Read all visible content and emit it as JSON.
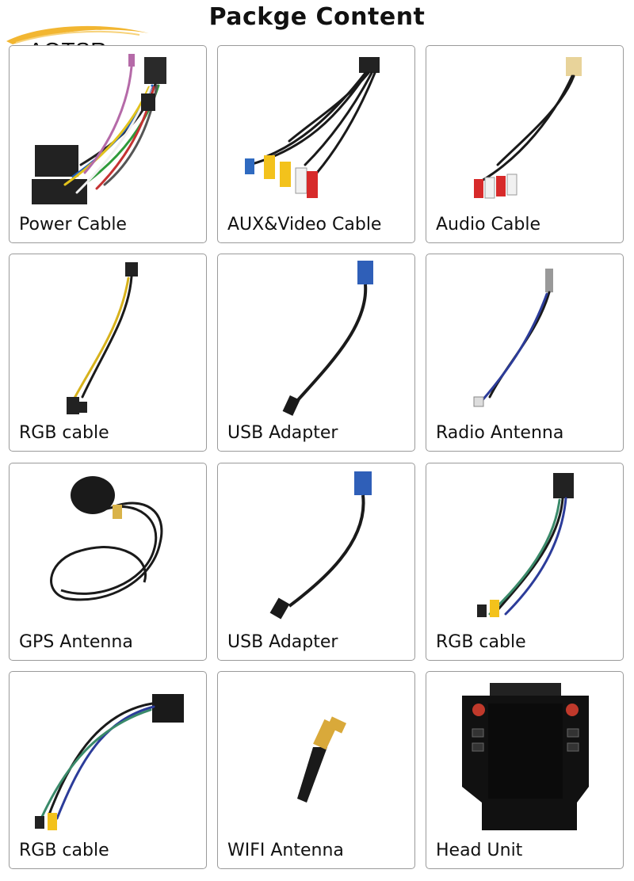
{
  "page": {
    "title": "Packge Content",
    "brand": "AOTSR"
  },
  "items": [
    {
      "label": "Power Cable",
      "icon": "power-cable-icon"
    },
    {
      "label": "AUX&Video Cable",
      "icon": "aux-video-cable-icon"
    },
    {
      "label": "Audio Cable",
      "icon": "audio-cable-icon"
    },
    {
      "label": "RGB cable",
      "icon": "rgb-cable-icon"
    },
    {
      "label": "USB Adapter",
      "icon": "usb-adapter-icon"
    },
    {
      "label": "Radio Antenna",
      "icon": "radio-antenna-icon"
    },
    {
      "label": "GPS Antenna",
      "icon": "gps-antenna-icon"
    },
    {
      "label": "USB Adapter",
      "icon": "usb-adapter-icon"
    },
    {
      "label": "RGB cable",
      "icon": "rgb-cable-icon"
    },
    {
      "label": "RGB cable",
      "icon": "rgb-cable-icon"
    },
    {
      "label": "WIFI Antenna",
      "icon": "wifi-antenna-icon"
    },
    {
      "label": "Head Unit",
      "icon": "head-unit-icon"
    }
  ],
  "colors": {
    "card_border": "#9a9a9a",
    "logo_swoosh": "#f2b631",
    "cable": "#1a1a1a",
    "rca_yellow": "#f3c21c",
    "rca_red": "#d72a2a",
    "rca_white": "#f1f1f1",
    "usb_blue": "#2f5fb8"
  }
}
